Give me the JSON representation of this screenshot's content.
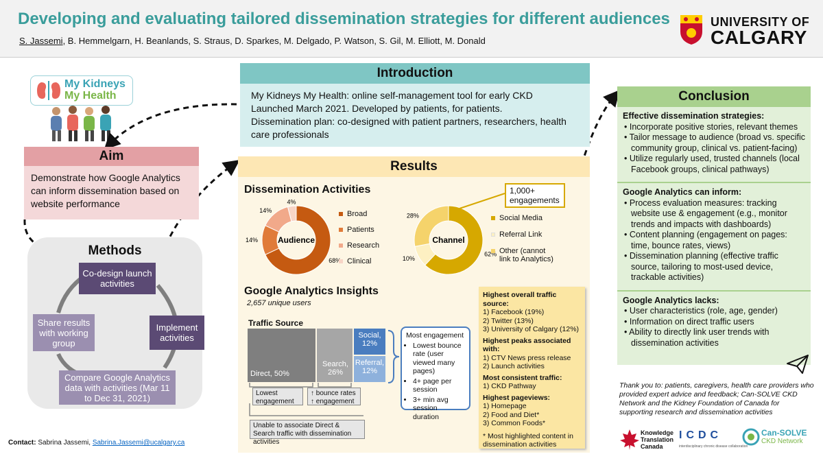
{
  "header": {
    "title": "Developing and evaluating tailored dissemination strategies for different audiences",
    "first_author": "S. Jassemi",
    "other_authors": ", B. Hemmelgarn, H. Beanlands, S. Straus, D. Sparkes, M. Delgado, P. Watson, S. Gil, M. Elliott, M. Donald",
    "university_line1": "UNIVERSITY OF",
    "university_line2": "CALGARY"
  },
  "logo": {
    "line1": "My Kidneys",
    "line2": "My Health"
  },
  "introduction": {
    "title": "Introduction",
    "lines": [
      "My Kidneys My Health: online self-management tool for early CKD",
      "Launched March 2021. Developed by patients, for patients.",
      "Dissemination plan: co-designed with patient partners, researchers, health care professionals"
    ]
  },
  "aim": {
    "title": "Aim",
    "text": "Demonstrate how Google Analytics can inform dissemination based on website performance"
  },
  "methods": {
    "title": "Methods",
    "steps": [
      "Co-design launch activities",
      "Implement activities",
      "Compare Google Analytics data with activities (Mar 11 to Dec 31, 2021)",
      "Share results with working group"
    ]
  },
  "results": {
    "title": "Results",
    "dissemination_title": "Dissemination Activities",
    "ga_title": "Google Analytics Insights",
    "ga_users": "2,657 unique users",
    "traffic_source_title": "Traffic Source",
    "callout": "1,000+ engagements",
    "notes": {
      "lowest": "Lowest engagement",
      "bounce": "↑ bounce rates ↑ engagement",
      "unable": "Unable to associate Direct & Search traffic with dissemination activities"
    },
    "most_engagement": {
      "title": "Most engagement",
      "items": [
        "Lowest bounce rate (user viewed many pages)",
        "4+ page per session",
        "3+ min avg session duration"
      ]
    },
    "highlights": [
      {
        "heading": "Highest overall traffic source:",
        "items": [
          "1) Facebook (19%)",
          "2) Twitter (13%)",
          "3) University of Calgary (12%)"
        ]
      },
      {
        "heading": "Highest peaks associated with:",
        "items": [
          "1) CTV News press release",
          "2) Launch activities"
        ]
      },
      {
        "heading": "Most consistent traffic:",
        "items": [
          "1) CKD Pathway"
        ]
      },
      {
        "heading": "Highest pageviews:",
        "items": [
          "1) Homepage",
          "2) Food and Diet*",
          "3) Common Foods*"
        ]
      }
    ],
    "highlights_footnote": "* Most highlighted content in dissemination activities"
  },
  "chart_data": [
    {
      "type": "pie",
      "center_label": "Audience",
      "categories": [
        "Broad",
        "Patients",
        "Research",
        "Clinical"
      ],
      "values": [
        68,
        14,
        14,
        4
      ],
      "value_labels": [
        "68%",
        "14%",
        "14%",
        "4%"
      ],
      "colors": [
        "#c55a11",
        "#e07b39",
        "#f1a98a",
        "#f8d5c6"
      ],
      "legend": "right"
    },
    {
      "type": "pie",
      "center_label": "Channel",
      "categories": [
        "Social Media",
        "Referral Link",
        "Other (cannot link to Analytics)"
      ],
      "values": [
        62,
        10,
        28
      ],
      "value_labels": [
        "62%",
        "10%",
        "28%"
      ],
      "colors": [
        "#d6a800",
        "#fdf0c2",
        "#f5d36b"
      ],
      "legend": "right"
    },
    {
      "type": "treemap",
      "title": "Traffic Source",
      "categories": [
        "Direct",
        "Search",
        "Social",
        "Referral"
      ],
      "values": [
        50,
        26,
        12,
        12
      ],
      "labels": [
        "Direct, 50%",
        "Search, 26%",
        "Social, 12%",
        "Referral, 12%"
      ],
      "colors": [
        "#7f7f7f",
        "#a6a6a6",
        "#4a7dbf",
        "#8eb1dc"
      ]
    }
  ],
  "conclusion": {
    "title": "Conclusion",
    "sections": [
      {
        "heading": "Effective dissemination strategies:",
        "items": [
          "Incorporate positive stories, relevant themes",
          "Tailor message to audience (broad vs. specific community group, clinical vs. patient-facing)",
          "Utilize regularly used, trusted channels (local Facebook groups, clinical pathways)"
        ]
      },
      {
        "heading": "Google Analytics can inform:",
        "items": [
          "Process evaluation measures: tracking website use & engagement (e.g., monitor trends and impacts with dashboards)",
          "Content planning (engagement on pages: time, bounce rates, views)",
          "Dissemination planning (effective traffic source, tailoring to most-used device, trackable activities)"
        ]
      },
      {
        "heading": "Google Analytics lacks:",
        "items": [
          "User characteristics (role, age, gender)",
          "Information on direct traffic users",
          "Ability to directly link user trends with dissemination activities"
        ]
      }
    ]
  },
  "thanks": "Thank you to: patients, caregivers, health care providers who provided expert advice and feedback; Can-SOLVE CKD Network and the Kidney Foundation of Canada for supporting research and dissemination activities",
  "contact": {
    "label": "Contact:",
    "name": "Sabrina Jassemi,",
    "email": "Sabrina.Jassemi@ucalgary.ca"
  },
  "partner_logos": {
    "ktc": [
      "Knowledge",
      "Translation",
      "Canada"
    ],
    "icdc_letters": "ICDC",
    "icdc_sub": "interdisciplinary chronic disease collaboration",
    "cansolve_1": "Can-SOLVE",
    "cansolve_2": "CKD Network"
  }
}
